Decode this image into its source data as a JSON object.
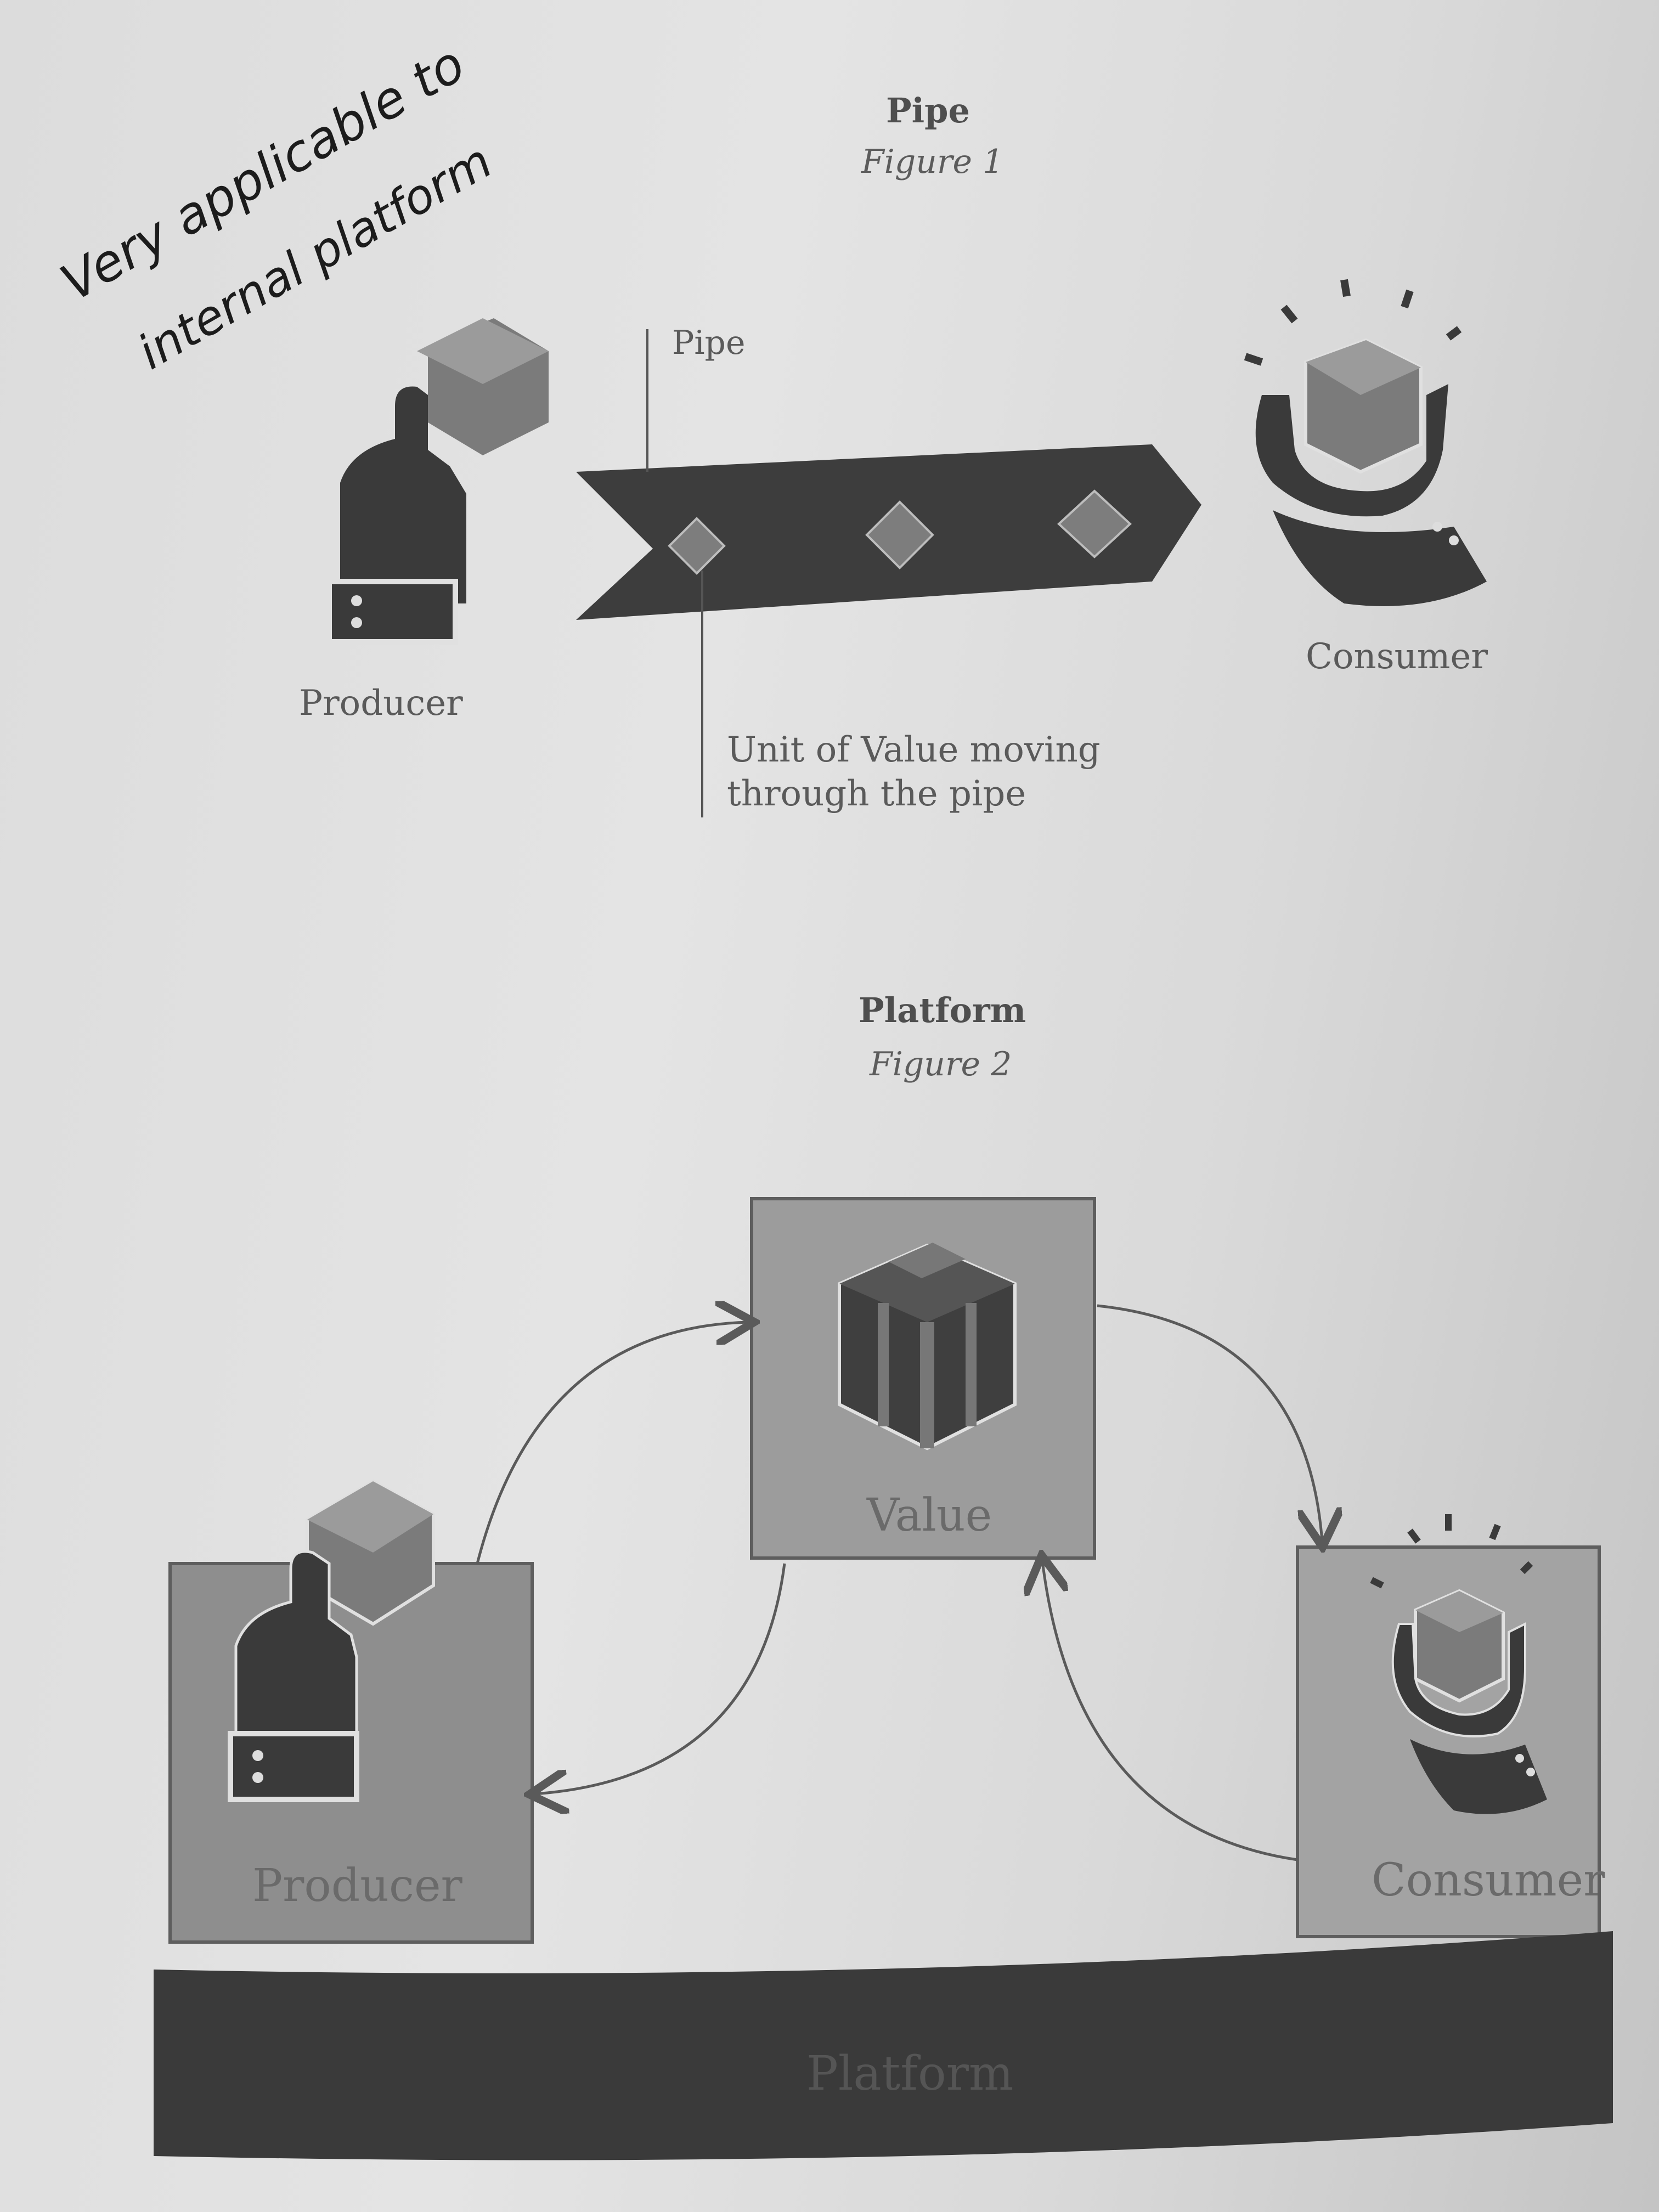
{
  "handwritten_note": {
    "line1": "Very applicable to",
    "line2": "internal platform"
  },
  "figure1": {
    "title": "Pipe",
    "subtitle": "Figure 1",
    "pipe_label": "Pipe",
    "producer_label": "Producer",
    "consumer_label": "Consumer",
    "unit_label_line1": "Unit of Value moving",
    "unit_label_line2": "through the pipe"
  },
  "figure2": {
    "title": "Platform",
    "subtitle": "Figure 2",
    "value_label": "Value",
    "producer_label": "Producer",
    "consumer_label": "Consumer",
    "platform_label": "Platform"
  },
  "colors": {
    "dark": "#3d3d3d",
    "mid": "#7b7b7b",
    "box_fill": "#9a9a9a",
    "platform_bar": "#3a3a3a",
    "line": "#6a6a6a"
  },
  "icons": [
    "hand-holding-cube-icon",
    "cube-icon",
    "catching-hand-icon",
    "pipe-arrow-icon",
    "diamond-icon",
    "gift-box-icon"
  ]
}
